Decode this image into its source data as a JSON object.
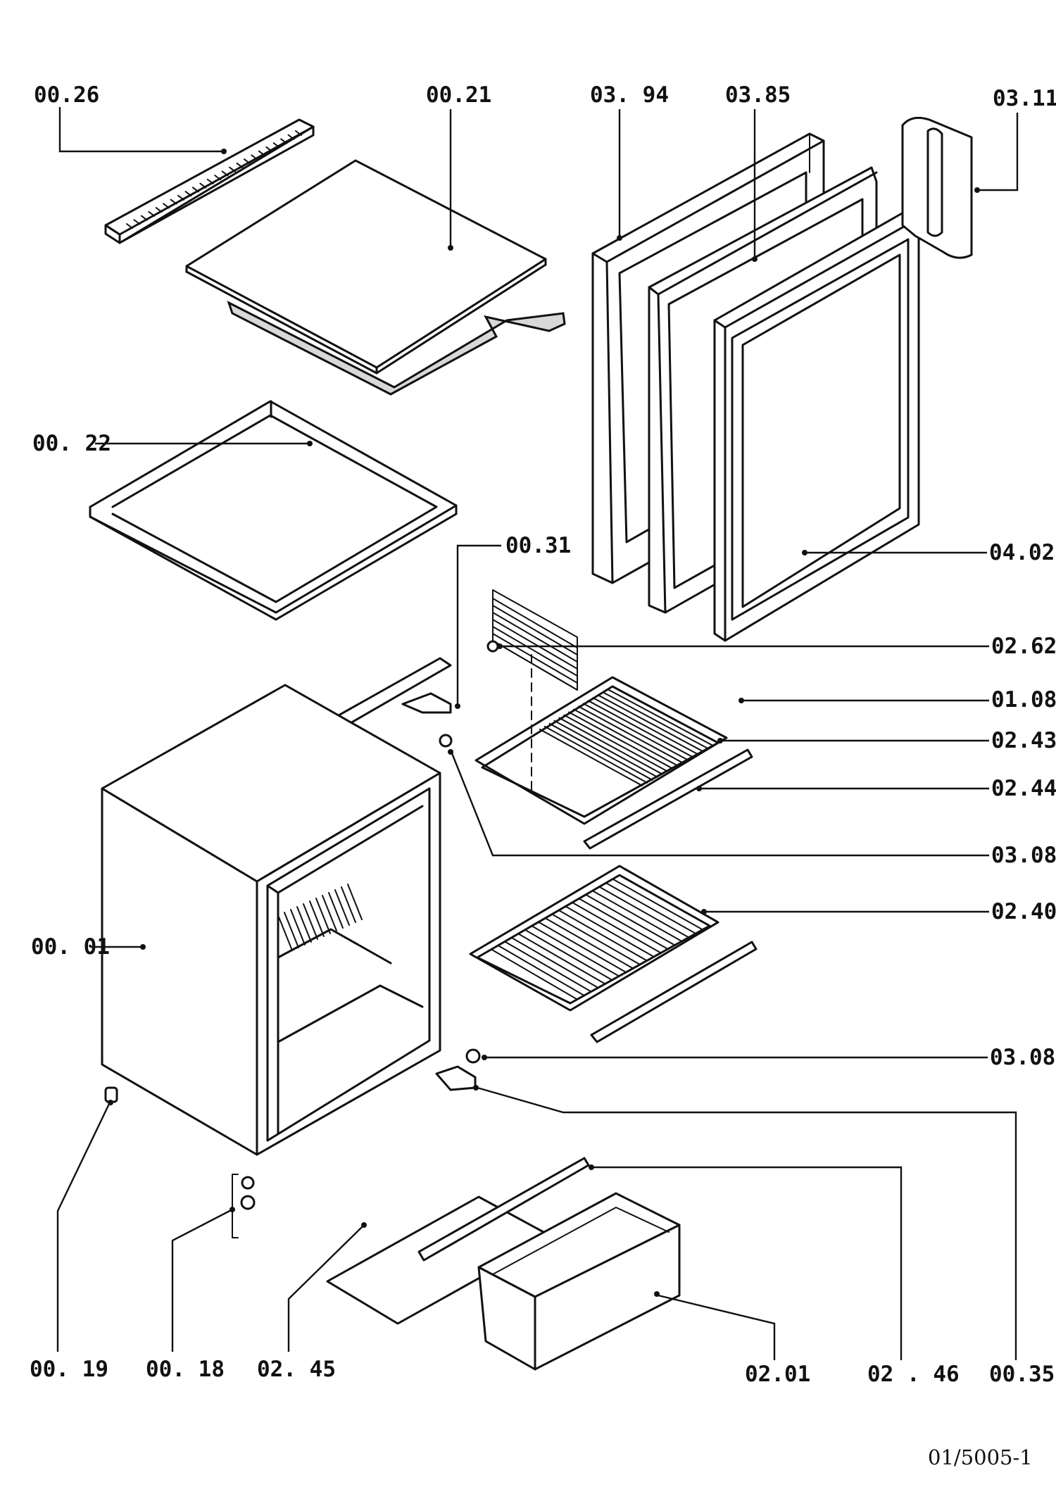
{
  "diagram": {
    "parts": [
      {
        "id": "part-00-26",
        "label": "00.26"
      },
      {
        "id": "part-00-21",
        "label": "00.21"
      },
      {
        "id": "part-03-94",
        "label": "03. 94"
      },
      {
        "id": "part-03-85",
        "label": "03.85"
      },
      {
        "id": "part-03-11",
        "label": "03.11"
      },
      {
        "id": "part-00-22",
        "label": "00. 22"
      },
      {
        "id": "part-00-31",
        "label": "00.31"
      },
      {
        "id": "part-04-02",
        "label": "04.02"
      },
      {
        "id": "part-02-62",
        "label": "02.62"
      },
      {
        "id": "part-01-08",
        "label": "01.08"
      },
      {
        "id": "part-02-43",
        "label": "02.43"
      },
      {
        "id": "part-02-44",
        "label": "02.44"
      },
      {
        "id": "part-03-08-upper",
        "label": "03.08"
      },
      {
        "id": "part-02-40",
        "label": "02.40"
      },
      {
        "id": "part-00-01",
        "label": "00. 01"
      },
      {
        "id": "part-03-08-lower",
        "label": "03.08"
      },
      {
        "id": "part-00-19",
        "label": "00. 19"
      },
      {
        "id": "part-00-18",
        "label": "00. 18"
      },
      {
        "id": "part-02-45",
        "label": "02. 45"
      },
      {
        "id": "part-02-01",
        "label": "02.01"
      },
      {
        "id": "part-02-46",
        "label": "02 . 46"
      },
      {
        "id": "part-00-35",
        "label": "00.35"
      }
    ],
    "drawing_ref": "01/5005-1"
  }
}
